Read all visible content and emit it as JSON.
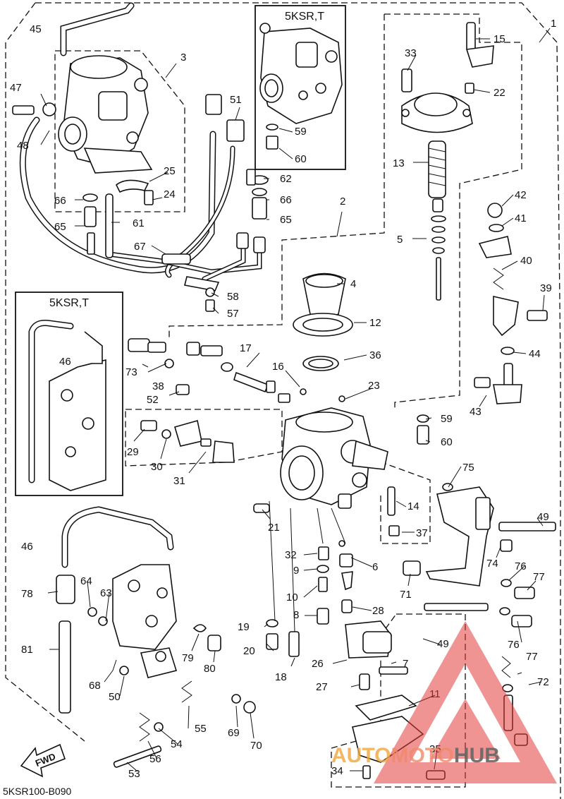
{
  "inset_top": {
    "title": "5KSR,T",
    "parts": [
      "59",
      "60"
    ]
  },
  "inset_left": {
    "title": "5KSR,T",
    "parts": [
      "46"
    ]
  },
  "fwd_label": "FWD",
  "diagram_code": "5KSR100-B090",
  "watermark": {
    "part1": "AUTO",
    "part2": "MOTO",
    "part3": "HUB"
  },
  "callouts": [
    "1",
    "45",
    "3",
    "47",
    "48",
    "51",
    "25",
    "24",
    "66",
    "65",
    "61",
    "67",
    "62",
    "66",
    "65",
    "58",
    "57",
    "33",
    "15",
    "22",
    "13",
    "5",
    "2",
    "4",
    "12",
    "36",
    "42",
    "41",
    "40",
    "39",
    "44",
    "43",
    "46",
    "73",
    "17",
    "16",
    "38",
    "52",
    "23",
    "29",
    "30",
    "31",
    "59",
    "60",
    "75",
    "21",
    "14",
    "37",
    "49",
    "32",
    "9",
    "6",
    "74",
    "76",
    "77",
    "71",
    "10",
    "8",
    "28",
    "78",
    "64",
    "63",
    "19",
    "20",
    "18",
    "79",
    "80",
    "81",
    "49",
    "76",
    "77",
    "26",
    "7",
    "27",
    "72",
    "68",
    "50",
    "11",
    "55",
    "69",
    "70",
    "54",
    "56",
    "53",
    "35",
    "34"
  ]
}
